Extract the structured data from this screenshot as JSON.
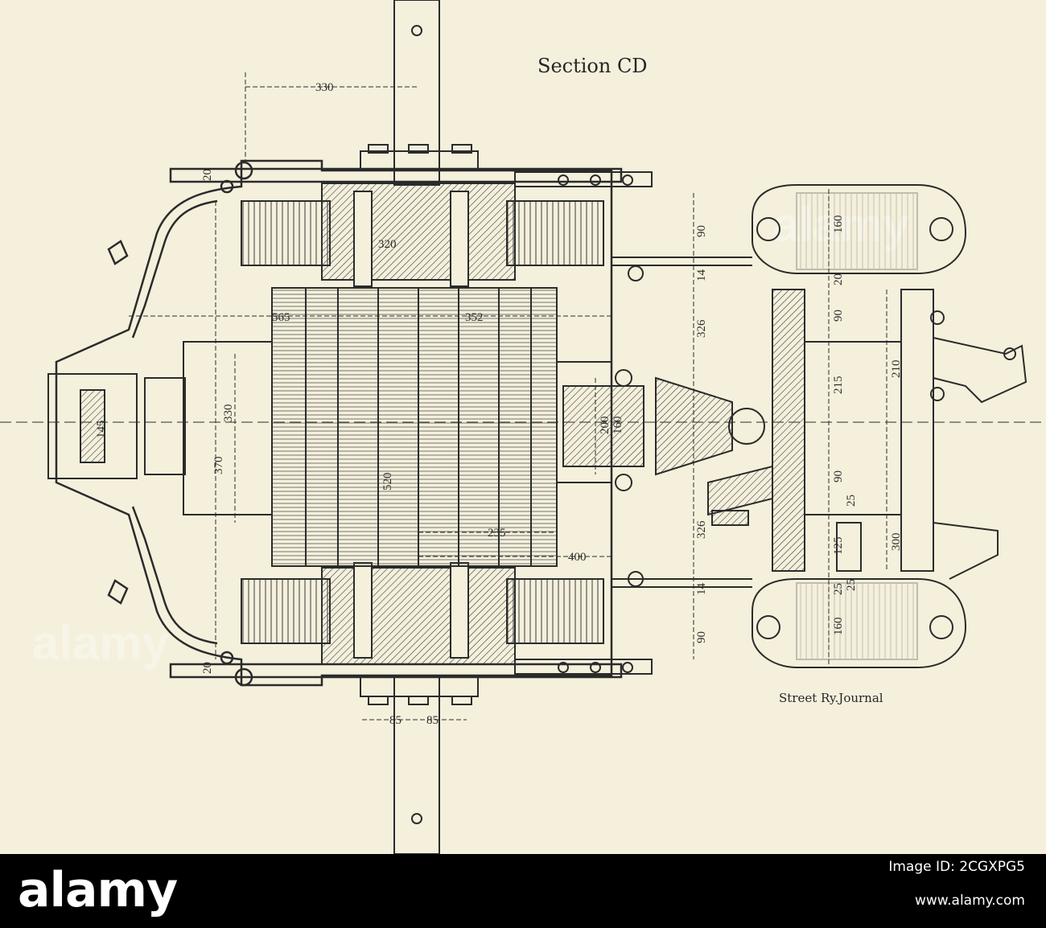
{
  "drawing": {
    "section_label": "Section CD",
    "credit": "Street Ry.Journal",
    "dimensions": {
      "top_offset": "330",
      "top_gap": "20",
      "bottom_gap": "20",
      "field_width": "320",
      "armature_left": "565",
      "armature_right": "352",
      "bearing_dia": "145",
      "frame_inner": "330",
      "frame_outer": "370",
      "armature_dia": "520",
      "shaft_a": "200",
      "shaft_b": "160",
      "inner_reach": "235",
      "commutator_reach": "400",
      "bolt_left": "85",
      "bolt_right": "85",
      "axle_cap_upper": "90",
      "axle_cap_lower": "90",
      "web_upper": "14",
      "web_lower": "14",
      "axle_upper": "326",
      "axle_lower": "326",
      "bore_upper": "160",
      "bore_lower": "160",
      "lining_upper": "20",
      "lining_lower": "25",
      "gear_upper": "90",
      "gear_lower": "90",
      "hub_width": "215",
      "gear_face": "210",
      "pinion_gap": "25",
      "pinion": "125",
      "gear_case": "300",
      "gear_case_gap": "25"
    }
  },
  "footer": {
    "brand": "alamy",
    "stock_id": "Image ID: 2CGXPG5",
    "url": "www.alamy.com"
  },
  "watermark": "alamy"
}
